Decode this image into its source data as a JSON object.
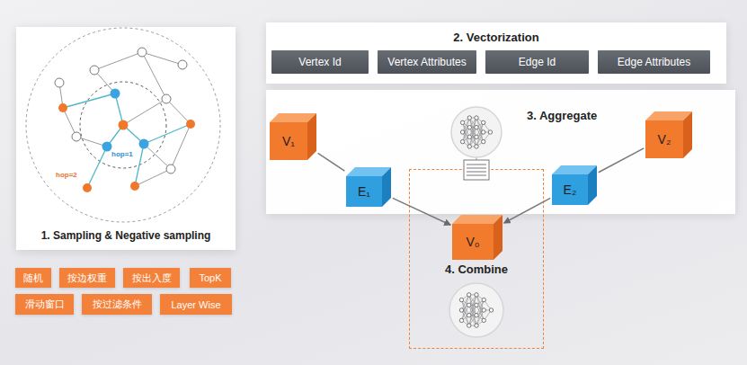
{
  "diagram": {
    "nodes": [
      {
        "text": [
          "1. Sampling & Negative sampling"
        ]
      },
      {
        "text": [
          "随机"
        ]
      },
      {
        "text": [
          "按边权重"
        ]
      },
      {
        "text": [
          "按出入度"
        ]
      },
      {
        "text": [
          "TopK"
        ]
      },
      {
        "text": [
          "滑动窗口"
        ]
      },
      {
        "text": [
          "按过滤条件"
        ]
      },
      {
        "text": [
          "Layer Wise"
        ]
      },
      {
        "text": [
          "2. Vectorization"
        ]
      },
      {
        "text": [
          "Vertex Id"
        ],
        "in": 8
      },
      {
        "text": [
          "Vertex Attributes"
        ],
        "in": 8
      },
      {
        "text": [
          "Edge Id"
        ],
        "in": 8
      },
      {
        "text": [
          "Edge Attributes"
        ],
        "in": 8
      },
      {
        "text": [
          "3. Aggregate"
        ]
      },
      {
        "text": [
          "V₁"
        ],
        "in": 13
      },
      {
        "text": [
          "E₁"
        ],
        "in": 13
      },
      {
        "text": [
          "V₂"
        ],
        "in": 13
      },
      {
        "text": [
          "E₂"
        ],
        "in": 13
      },
      {
        "text": [
          "4. Combine"
        ]
      },
      {
        "text": [
          "V₀"
        ],
        "in": 18
      }
    ],
    "edges": [
      {
        "from": 14,
        "to": 15,
        "arrow": "none"
      },
      {
        "from": 15,
        "to": 19,
        "arrow": "to"
      },
      {
        "from": 16,
        "to": 17,
        "arrow": "none"
      },
      {
        "from": 17,
        "to": 19,
        "arrow": "to"
      }
    ],
    "labels": [
      "hop=1",
      "hop=2"
    ]
  }
}
